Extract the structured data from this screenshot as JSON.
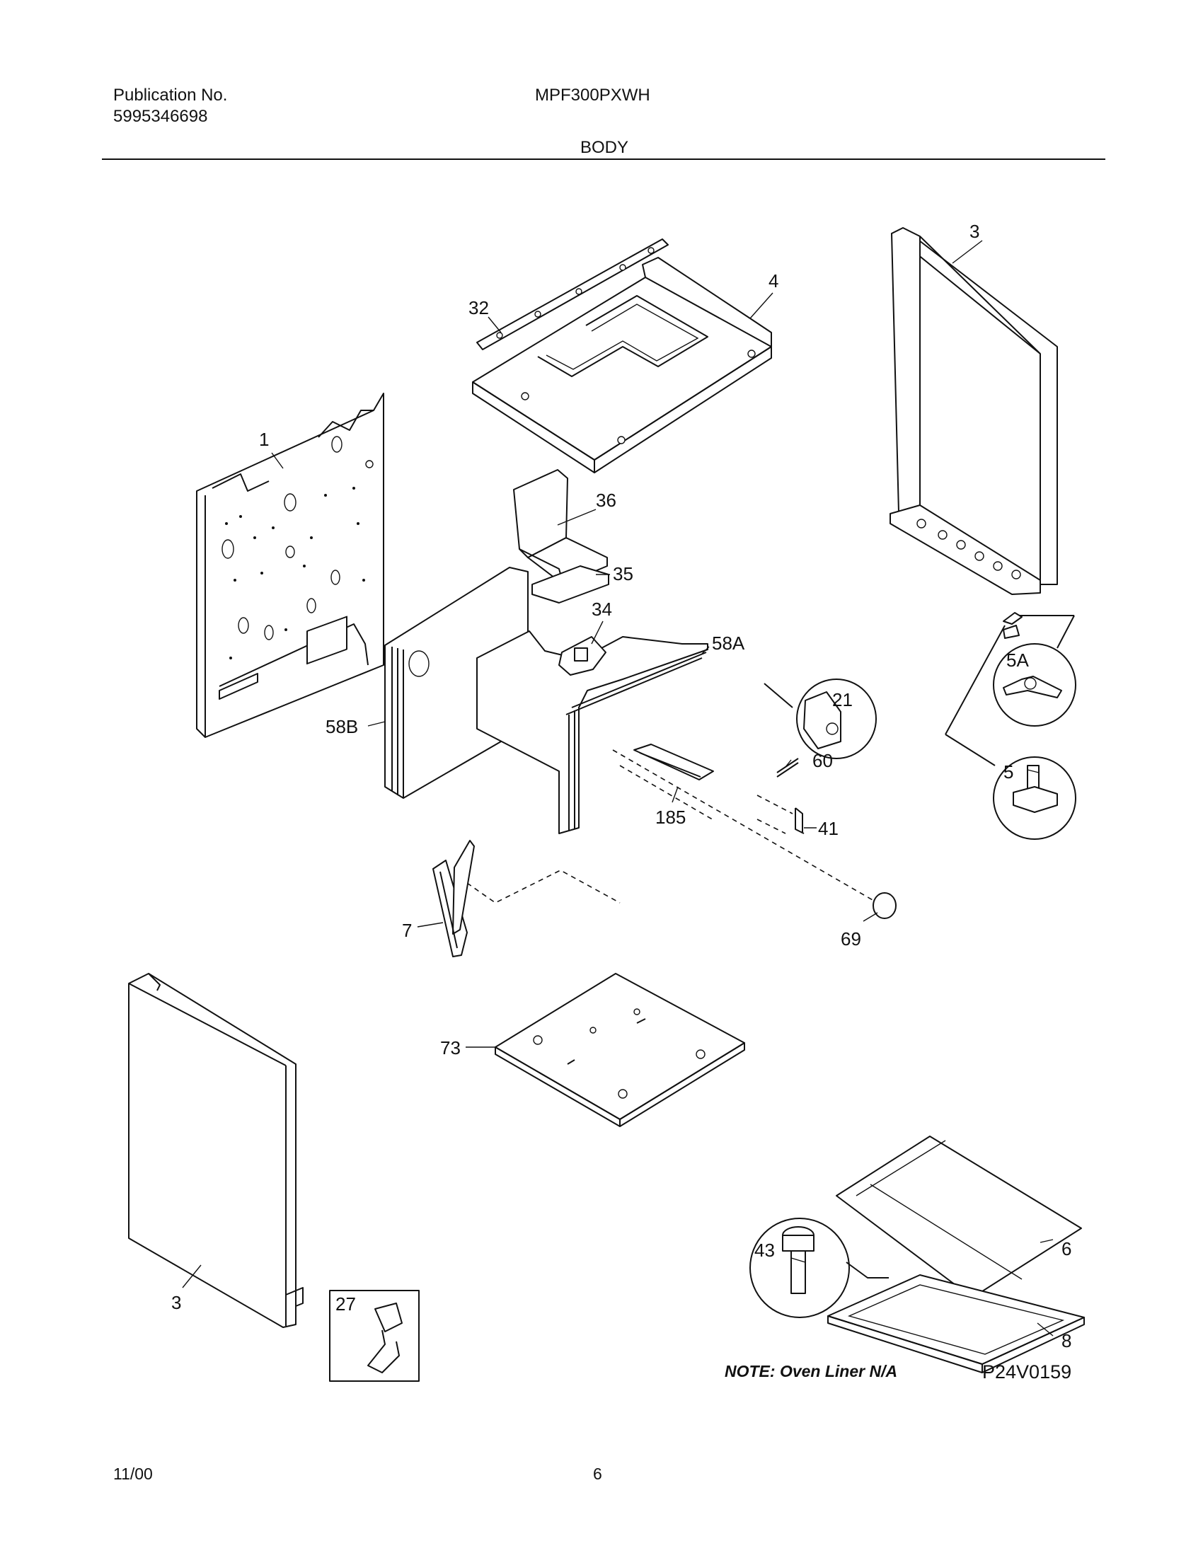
{
  "header": {
    "publication_label": "Publication No.",
    "publication_number": "5995346698",
    "model": "MPF300PXWH",
    "section_title": "BODY"
  },
  "callouts": {
    "c1": "1",
    "c3_right": "3",
    "c3_left": "3",
    "c4": "4",
    "c5": "5",
    "c5a": "5A",
    "c6": "6",
    "c7": "7",
    "c8": "8",
    "c21": "21",
    "c27": "27",
    "c32": "32",
    "c34": "34",
    "c35": "35",
    "c36": "36",
    "c41": "41",
    "c43": "43",
    "c58a": "58A",
    "c58b": "58B",
    "c60": "60",
    "c69": "69",
    "c73": "73",
    "c185": "185"
  },
  "note": "NOTE: Oven Liner N/A",
  "figure_id": "P24V0159",
  "footer": {
    "date": "11/00",
    "page": "6"
  }
}
